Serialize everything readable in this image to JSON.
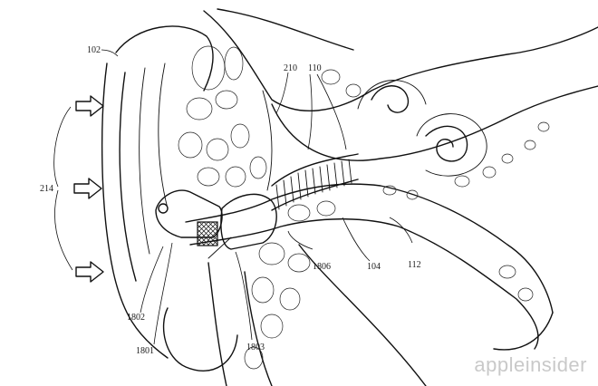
{
  "figure": {
    "labels": {
      "l102": "102",
      "l110": "110",
      "l210": "210",
      "l214": "214",
      "l1806": "1806",
      "l104": "104",
      "l112": "112",
      "l1802": "1802",
      "l1801": "1801",
      "l1803": "1803"
    }
  },
  "watermark": "appleinsider"
}
